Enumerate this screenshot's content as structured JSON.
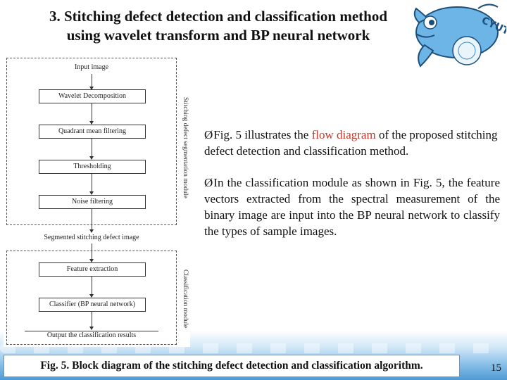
{
  "slide": {
    "title_line1": "3. Stitching defect detection and classification method",
    "title_line2": "using wavelet transform and BP neural network",
    "page_number": "15"
  },
  "diagram": {
    "input": "Input image",
    "wavelet": "Wavelet Decomposition",
    "quadrant": "Quadrant mean filtering",
    "threshold": "Thresholding",
    "noise": "Noise filtering",
    "segmented": "Segmented stitching defect image",
    "feature": "Feature extraction",
    "classifier": "Classifier (BP neural network)",
    "output": "Output the classification results",
    "seg_module_label": "Stitching defect segmentation module",
    "cls_module_label": "Classification module"
  },
  "bullets": {
    "b1_pre": "Fig. 5 illustrates the ",
    "b1_hl": "flow diagram",
    "b1_post": " of the proposed stitching defect detection and classification method.",
    "b2": "In the classification module as shown in Fig. 5, the feature vectors extracted from the spectral measurement of the binary image are input into the BP neural network to classify the types of sample images.",
    "marker": "Ø"
  },
  "caption": "Fig. 5. Block diagram of the stitching defect detection and classification algorithm.",
  "logo": {
    "text": "CYUT",
    "icon": "dolphin-mascot-logo"
  },
  "colors": {
    "highlight": "#c0392b",
    "caption_border": "#7a8fa8"
  }
}
